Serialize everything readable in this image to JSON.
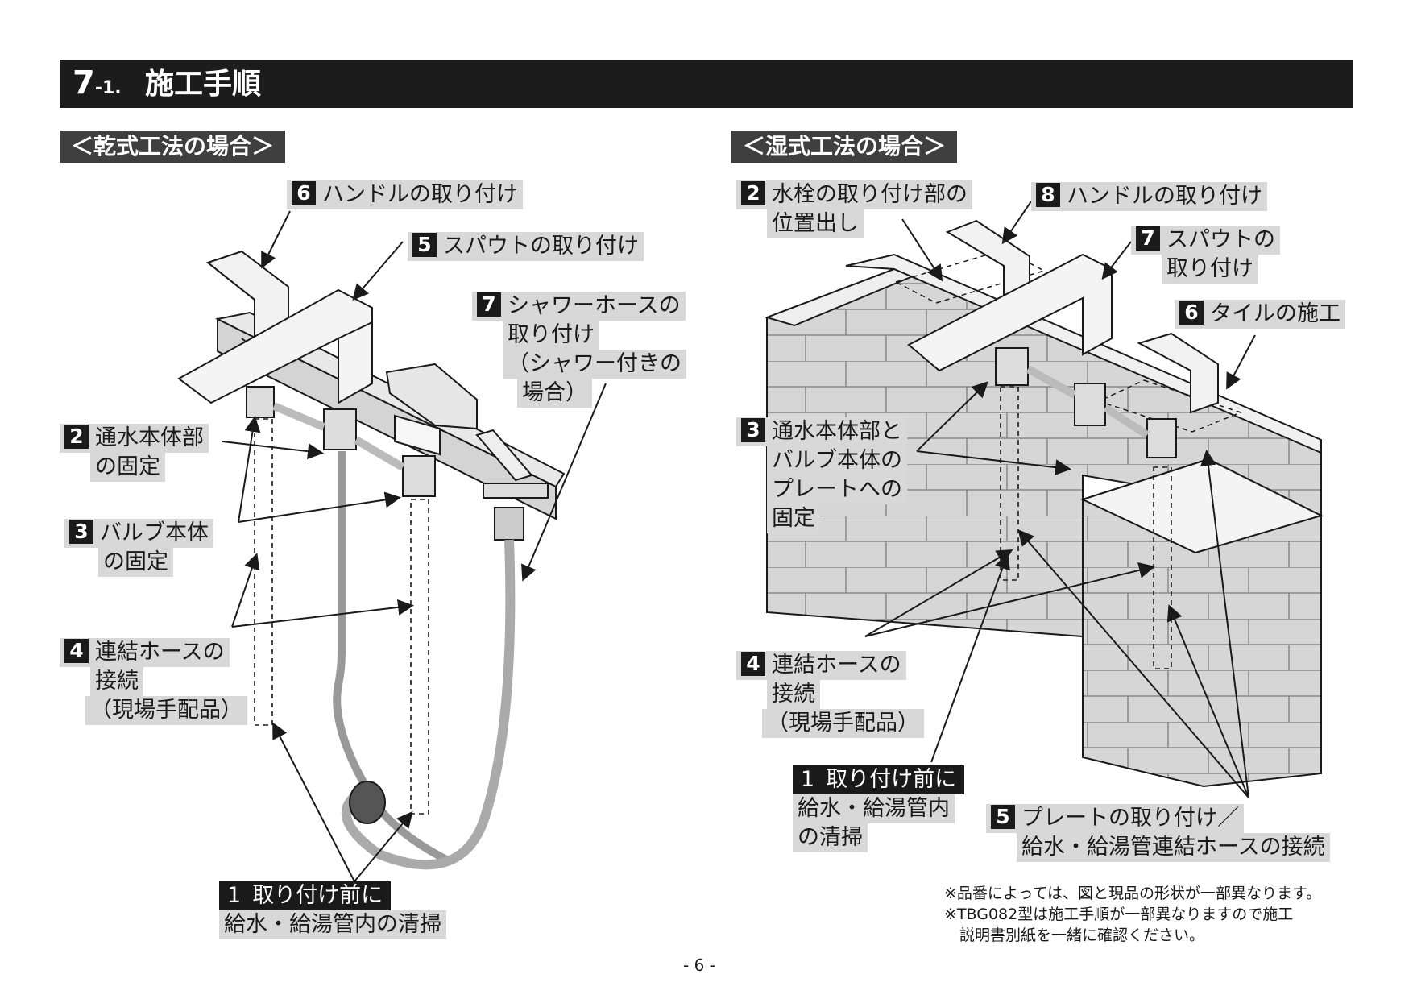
{
  "header": {
    "num": "7",
    "sub": "-1.",
    "title": "施工手順"
  },
  "dry": {
    "section": "＜乾式工法の場合＞",
    "step6": {
      "num": "6",
      "text": "ハンドルの取り付け"
    },
    "step5": {
      "num": "5",
      "text": "スパウトの取り付け"
    },
    "step7": {
      "num": "7",
      "line1": "シャワーホースの",
      "line2": "取り付け",
      "line3": "（シャワー付きの",
      "line4": "場合）"
    },
    "step2": {
      "num": "2",
      "line1": "通水本体部",
      "line2": "の固定"
    },
    "step3": {
      "num": "3",
      "line1": "バルブ本体",
      "line2": "の固定"
    },
    "step4": {
      "num": "4",
      "line1": "連結ホースの",
      "line2": "接続",
      "line3": "（現場手配品）"
    },
    "step1": {
      "num": "1",
      "line1": "取り付け前に",
      "line2": "給水・給湯管内の清掃"
    }
  },
  "wet": {
    "section": "＜湿式工法の場合＞",
    "step2": {
      "num": "2",
      "line1": "水栓の取り付け部の",
      "line2": "位置出し"
    },
    "step8": {
      "num": "8",
      "text": "ハンドルの取り付け"
    },
    "step7": {
      "num": "7",
      "line1": "スパウトの",
      "line2": "取り付け"
    },
    "step6": {
      "num": "6",
      "text": "タイルの施工"
    },
    "step3": {
      "num": "3",
      "line1": "通水本体部と",
      "line2": "バルブ本体の",
      "line3": "プレートへの",
      "line4": "固定"
    },
    "step4": {
      "num": "4",
      "line1": "連結ホースの",
      "line2": "接続",
      "line3": "（現場手配品）"
    },
    "step1": {
      "num": "1",
      "line1": "取り付け前に",
      "line2": "給水・給湯管内",
      "line3": "の清掃"
    },
    "step5": {
      "num": "5",
      "line1": "プレートの取り付け／",
      "line2": "給水・給湯管連結ホースの接続"
    }
  },
  "notes": {
    "n1": "※品番によっては、図と現品の形状が一部異なります。",
    "n2": "※TBG082型は施工手順が一部異なりますので施工",
    "n3": "　説明書別紙を一緒に確認ください。"
  },
  "page": "- 6 -"
}
